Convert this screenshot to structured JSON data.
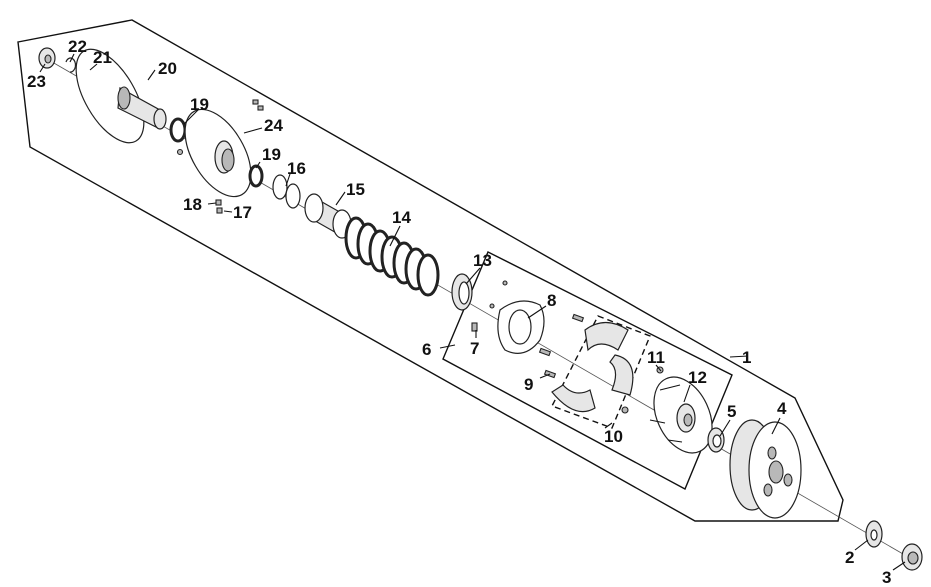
{
  "callouts": {
    "c1": "1",
    "c2": "2",
    "c3": "3",
    "c4": "4",
    "c5": "5",
    "c6": "6",
    "c7": "7",
    "c8": "8",
    "c9": "9",
    "c10": "10",
    "c11": "11",
    "c12": "12",
    "c13": "13",
    "c14": "14",
    "c15": "15",
    "c16": "16",
    "c17": "17",
    "c18": "18",
    "c19a": "19",
    "c19b": "19",
    "c20": "20",
    "c21": "21",
    "c22": "22",
    "c23": "23",
    "c24": "24"
  }
}
